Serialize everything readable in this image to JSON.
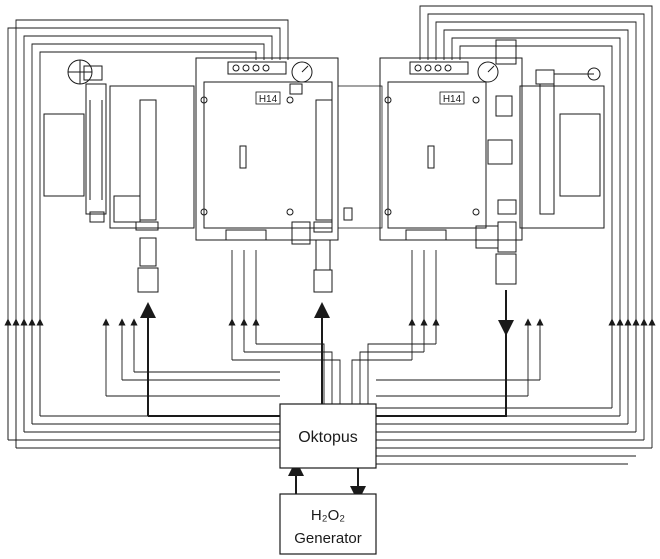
{
  "diagram": {
    "left_unit_label": "H14",
    "right_unit_label": "H14",
    "controller_label": "Oktopus",
    "generator_label_line1": "H₂O₂",
    "generator_label_line2": "Generator"
  },
  "colors": {
    "line": "#1a1a1a",
    "background": "#ffffff"
  }
}
